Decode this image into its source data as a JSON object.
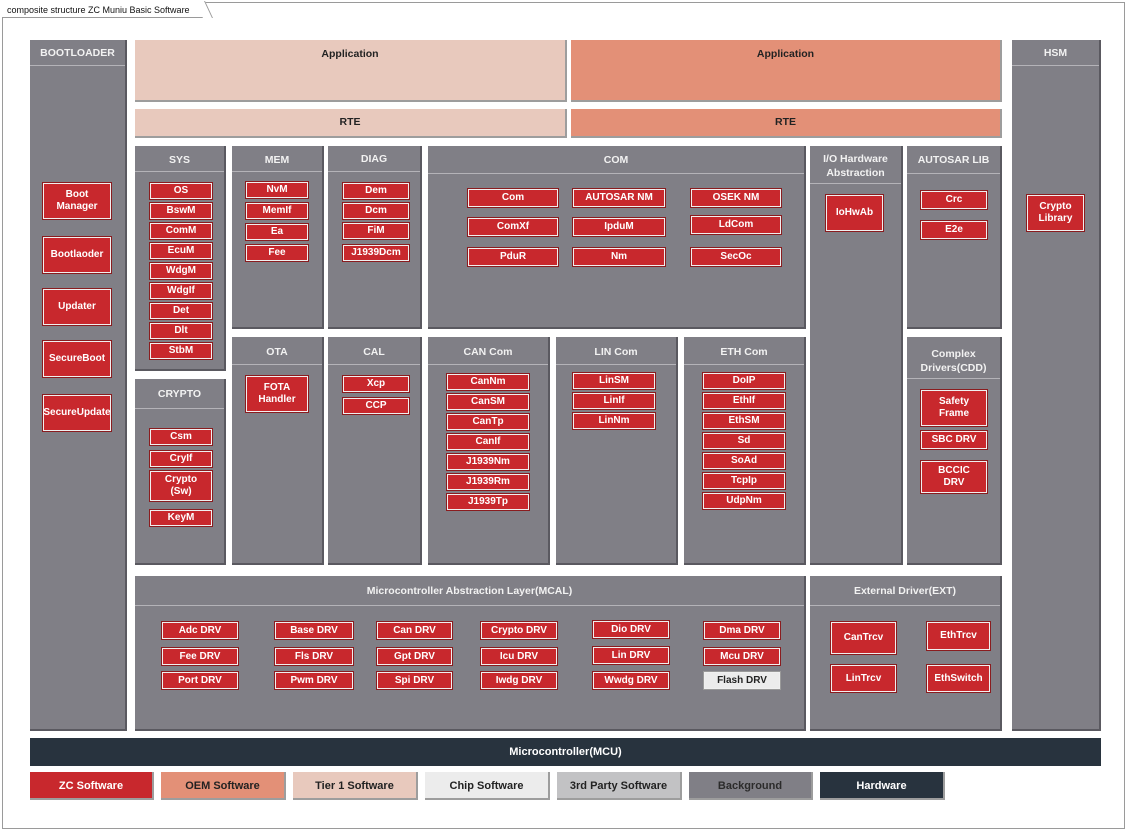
{
  "header": {
    "title": "composite structure ZC Muniu Basic Software"
  },
  "colors": {
    "zc": "#c8282d",
    "oem": "#e39077",
    "tier1": "#e8c9bd",
    "chip": "#ececec",
    "third": "#c2c2c4",
    "background": "#807f86",
    "hardware": "#28333e"
  },
  "bootloader": {
    "title": "BOOTLOADER",
    "modules": [
      "Boot Manager",
      "Bootlaoder",
      "Updater",
      "SecureBoot",
      "SecureUpdate"
    ]
  },
  "hsm": {
    "title": "HSM",
    "modules": [
      "Crypto Library"
    ]
  },
  "app": {
    "left": "Application",
    "right": "Application"
  },
  "rte": {
    "left": "RTE",
    "right": "RTE"
  },
  "sys": {
    "title": "SYS",
    "modules": [
      "OS",
      "BswM",
      "ComM",
      "EcuM",
      "WdgM",
      "WdgIf",
      "Det",
      "Dlt",
      "StbM"
    ]
  },
  "crypto": {
    "title": "CRYPTO",
    "modules": [
      "Csm",
      "CryIf",
      "Crypto (Sw)",
      "KeyM"
    ]
  },
  "mem": {
    "title": "MEM",
    "modules": [
      "NvM",
      "MemIf",
      "Ea",
      "Fee"
    ]
  },
  "diag": {
    "title": "DIAG",
    "modules": [
      "Dem",
      "Dcm",
      "FiM",
      "J1939Dcm"
    ]
  },
  "com": {
    "title": "COM",
    "modules": [
      "Com",
      "AUTOSAR NM",
      "OSEK NM",
      "ComXf",
      "IpduM",
      "LdCom",
      "PduR",
      "Nm",
      "SecOc"
    ]
  },
  "ioha": {
    "title": "I/O Hardware Abstraction",
    "modules": [
      "IoHwAb"
    ]
  },
  "autosarlib": {
    "title": "AUTOSAR LIB",
    "modules": [
      "Crc",
      "E2e"
    ]
  },
  "ota": {
    "title": "OTA",
    "modules": [
      "FOTA Handler"
    ]
  },
  "cal": {
    "title": "CAL",
    "modules": [
      "Xcp",
      "CCP"
    ]
  },
  "cancom": {
    "title": "CAN Com",
    "modules": [
      "CanNm",
      "CanSM",
      "CanTp",
      "CanIf",
      "J1939Nm",
      "J1939Rm",
      "J1939Tp"
    ]
  },
  "lincom": {
    "title": "LIN Com",
    "modules": [
      "LinSM",
      "LinIf",
      "LinNm"
    ]
  },
  "ethcom": {
    "title": "ETH Com",
    "modules": [
      "DoIP",
      "EthIf",
      "EthSM",
      "Sd",
      "SoAd",
      "TcpIp",
      "UdpNm"
    ]
  },
  "cdd": {
    "title": "Complex Drivers(CDD)",
    "modules": [
      "Safety Frame",
      "SBC DRV",
      "BCCIC DRV"
    ]
  },
  "mcal": {
    "title": "Microcontroller Abstraction Layer(MCAL)",
    "modules": [
      "Adc DRV",
      "Base DRV",
      "Can DRV",
      "Crypto DRV",
      "Dio DRV",
      "Dma DRV",
      "Fee DRV",
      "Fls DRV",
      "Gpt DRV",
      "Icu DRV",
      "Lin DRV",
      "Mcu DRV",
      "Port DRV",
      "Pwm DRV",
      "Spi DRV",
      "Iwdg DRV",
      "Wwdg DRV",
      "Flash DRV"
    ]
  },
  "ext": {
    "title": "External Driver(EXT)",
    "modules": [
      "CanTrcv",
      "EthTrcv",
      "LinTrcv",
      "EthSwitch"
    ]
  },
  "mcu": {
    "label": "Microcontroller(MCU)"
  },
  "legend": [
    "ZC Software",
    "OEM Software",
    "Tier 1 Software",
    "Chip Software",
    "3rd Party Software",
    "Background",
    "Hardware"
  ]
}
